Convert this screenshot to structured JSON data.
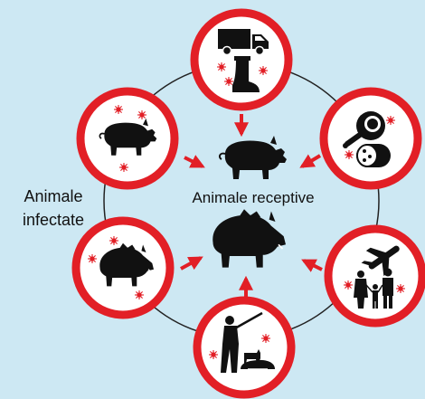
{
  "labels": {
    "infected_line1": "Animale",
    "infected_line2": "infectate",
    "receptive": "Animale receptive"
  },
  "colors": {
    "background": "#cde8f3",
    "ring": "#e21f26",
    "disc": "#ffffff",
    "silhouette": "#111111",
    "connector": "#222222"
  },
  "icons": {
    "top": [
      "truck-icon",
      "boot-icon",
      "virus-icon"
    ],
    "top_right": [
      "ham-icon",
      "sausage-icon",
      "virus-icon"
    ],
    "right": [
      "airplane-icon",
      "family-icon",
      "virus-icon"
    ],
    "bottom": [
      "hunter-icon",
      "dog-icon",
      "boar-carcass-icon",
      "virus-icon"
    ],
    "left_bottom": [
      "wild-boar-icon",
      "virus-icon"
    ],
    "left_top": [
      "domestic-pig-icon",
      "virus-icon"
    ],
    "center": [
      "domestic-pig-icon",
      "wild-boar-icon"
    ]
  }
}
